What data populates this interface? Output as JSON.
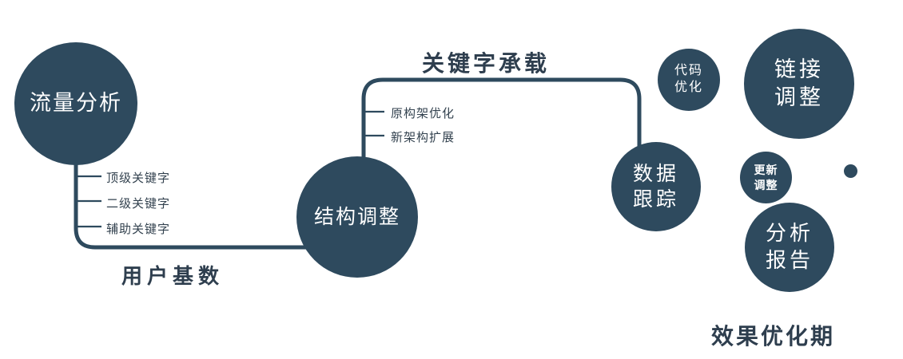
{
  "diagram": {
    "colors": {
      "node_fill": "#2E4A5E",
      "line": "#2E4A5E",
      "text_dark": "#2E3E4E",
      "node_text": "#FFFFFF"
    },
    "nodes": {
      "traffic": {
        "label": "流量分析"
      },
      "structure": {
        "label": "结构调整"
      },
      "data_tracking": {
        "label": "数据\n跟踪"
      },
      "code_opt": {
        "label": "代码\n优化"
      },
      "link_adjust": {
        "label": "链接\n调整"
      },
      "update_adjust": {
        "label": "更新\n调整"
      },
      "analysis_report": {
        "label": "分析\n报告"
      }
    },
    "edge_labels": {
      "user_base": "用户基数",
      "keyword_bearing": "关键字承载"
    },
    "branch_labels": {
      "traffic": [
        "顶级关键字",
        "二级关键字",
        "辅助关键字"
      ],
      "structure": [
        "原构架优化",
        "新架构扩展"
      ]
    },
    "caption": "效果优化期"
  }
}
